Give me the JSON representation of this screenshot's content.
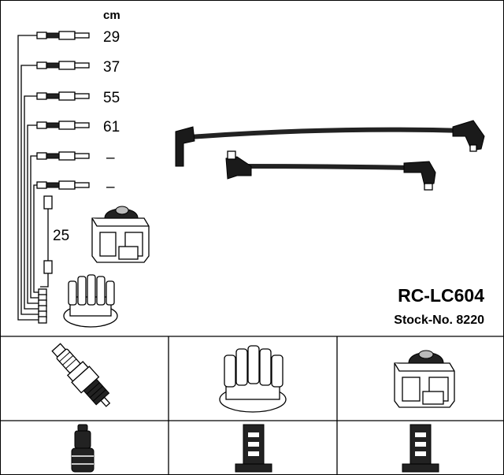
{
  "diagram": {
    "unit_label": "cm",
    "lead_lengths": [
      "29",
      "37",
      "55",
      "61",
      "–",
      "–"
    ],
    "coil_lead_length": "25",
    "product_code": "RC-LC604",
    "stock_number": "Stock-No. 8220"
  },
  "parts_table": {
    "columns": 3,
    "rows": 2,
    "cells": [
      "spark-plug",
      "distributor-cap",
      "ignition-coil",
      "plug-terminal",
      "cap-terminal",
      "coil-terminal"
    ]
  }
}
